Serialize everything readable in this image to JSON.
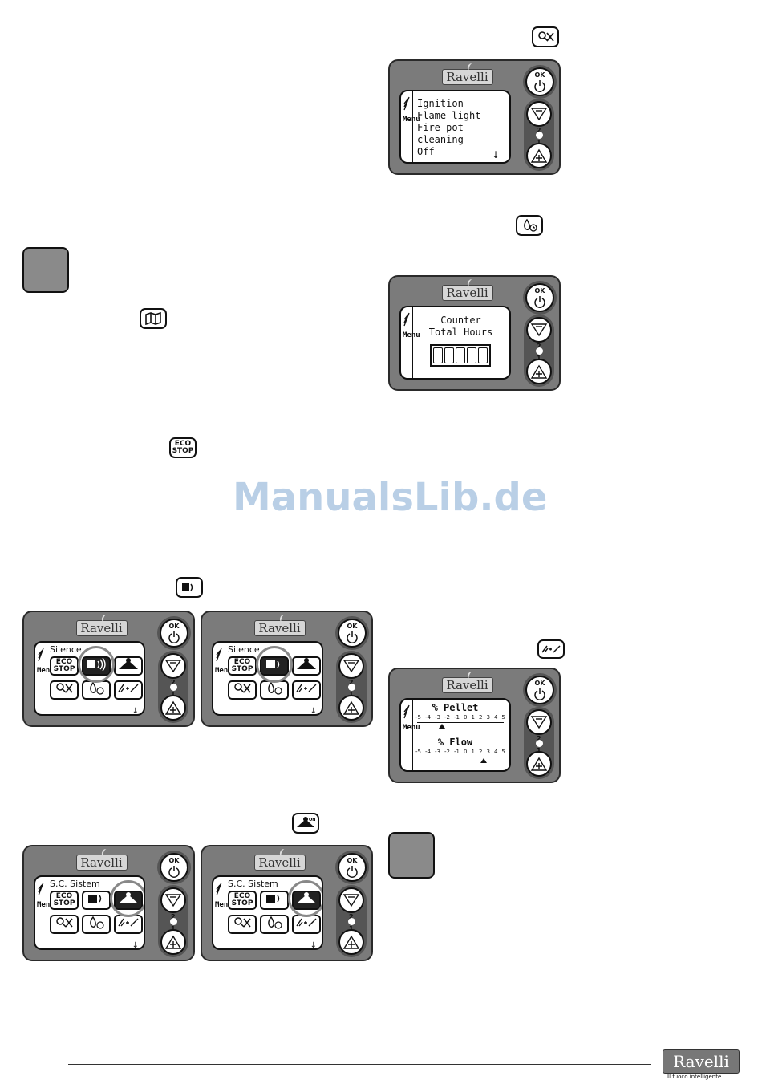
{
  "watermark": "ManualsLib.de",
  "brand": "Ravelli",
  "ok_label": "OK",
  "menu_vertical": "Menu",
  "minus_num": "2",
  "plus_num": "1",
  "icons": {
    "eco_stop": "ECO\nSTOP",
    "eco_line1": "ECO",
    "eco_line2": "STOP"
  },
  "panel_menu_list": {
    "items": [
      "Ignition",
      "Flame light",
      "Fire pot cleaning",
      "Off"
    ]
  },
  "panel_counter": {
    "line1": "Counter",
    "line2": "Total Hours"
  },
  "panel_calibration": {
    "pellet_label": "% Pellet",
    "flow_label": "% Flow",
    "scale": [
      "-5",
      "-4",
      "-3",
      "-2",
      "-1",
      "0",
      "1",
      "2",
      "3",
      "4",
      "5"
    ]
  },
  "panel_silence_off": {
    "title": "Silence"
  },
  "panel_silence_on": {
    "title": "Silence"
  },
  "panel_sc_off": {
    "title": "S.C. Sistem"
  },
  "panel_sc_on": {
    "title": "S.C. Sistem"
  },
  "footer": {
    "logo": "Ravelli",
    "tagline": "Il fuoco intelligente"
  },
  "colors": {
    "panel": "#7b7b7b",
    "watermark": "#b9cfe6"
  }
}
